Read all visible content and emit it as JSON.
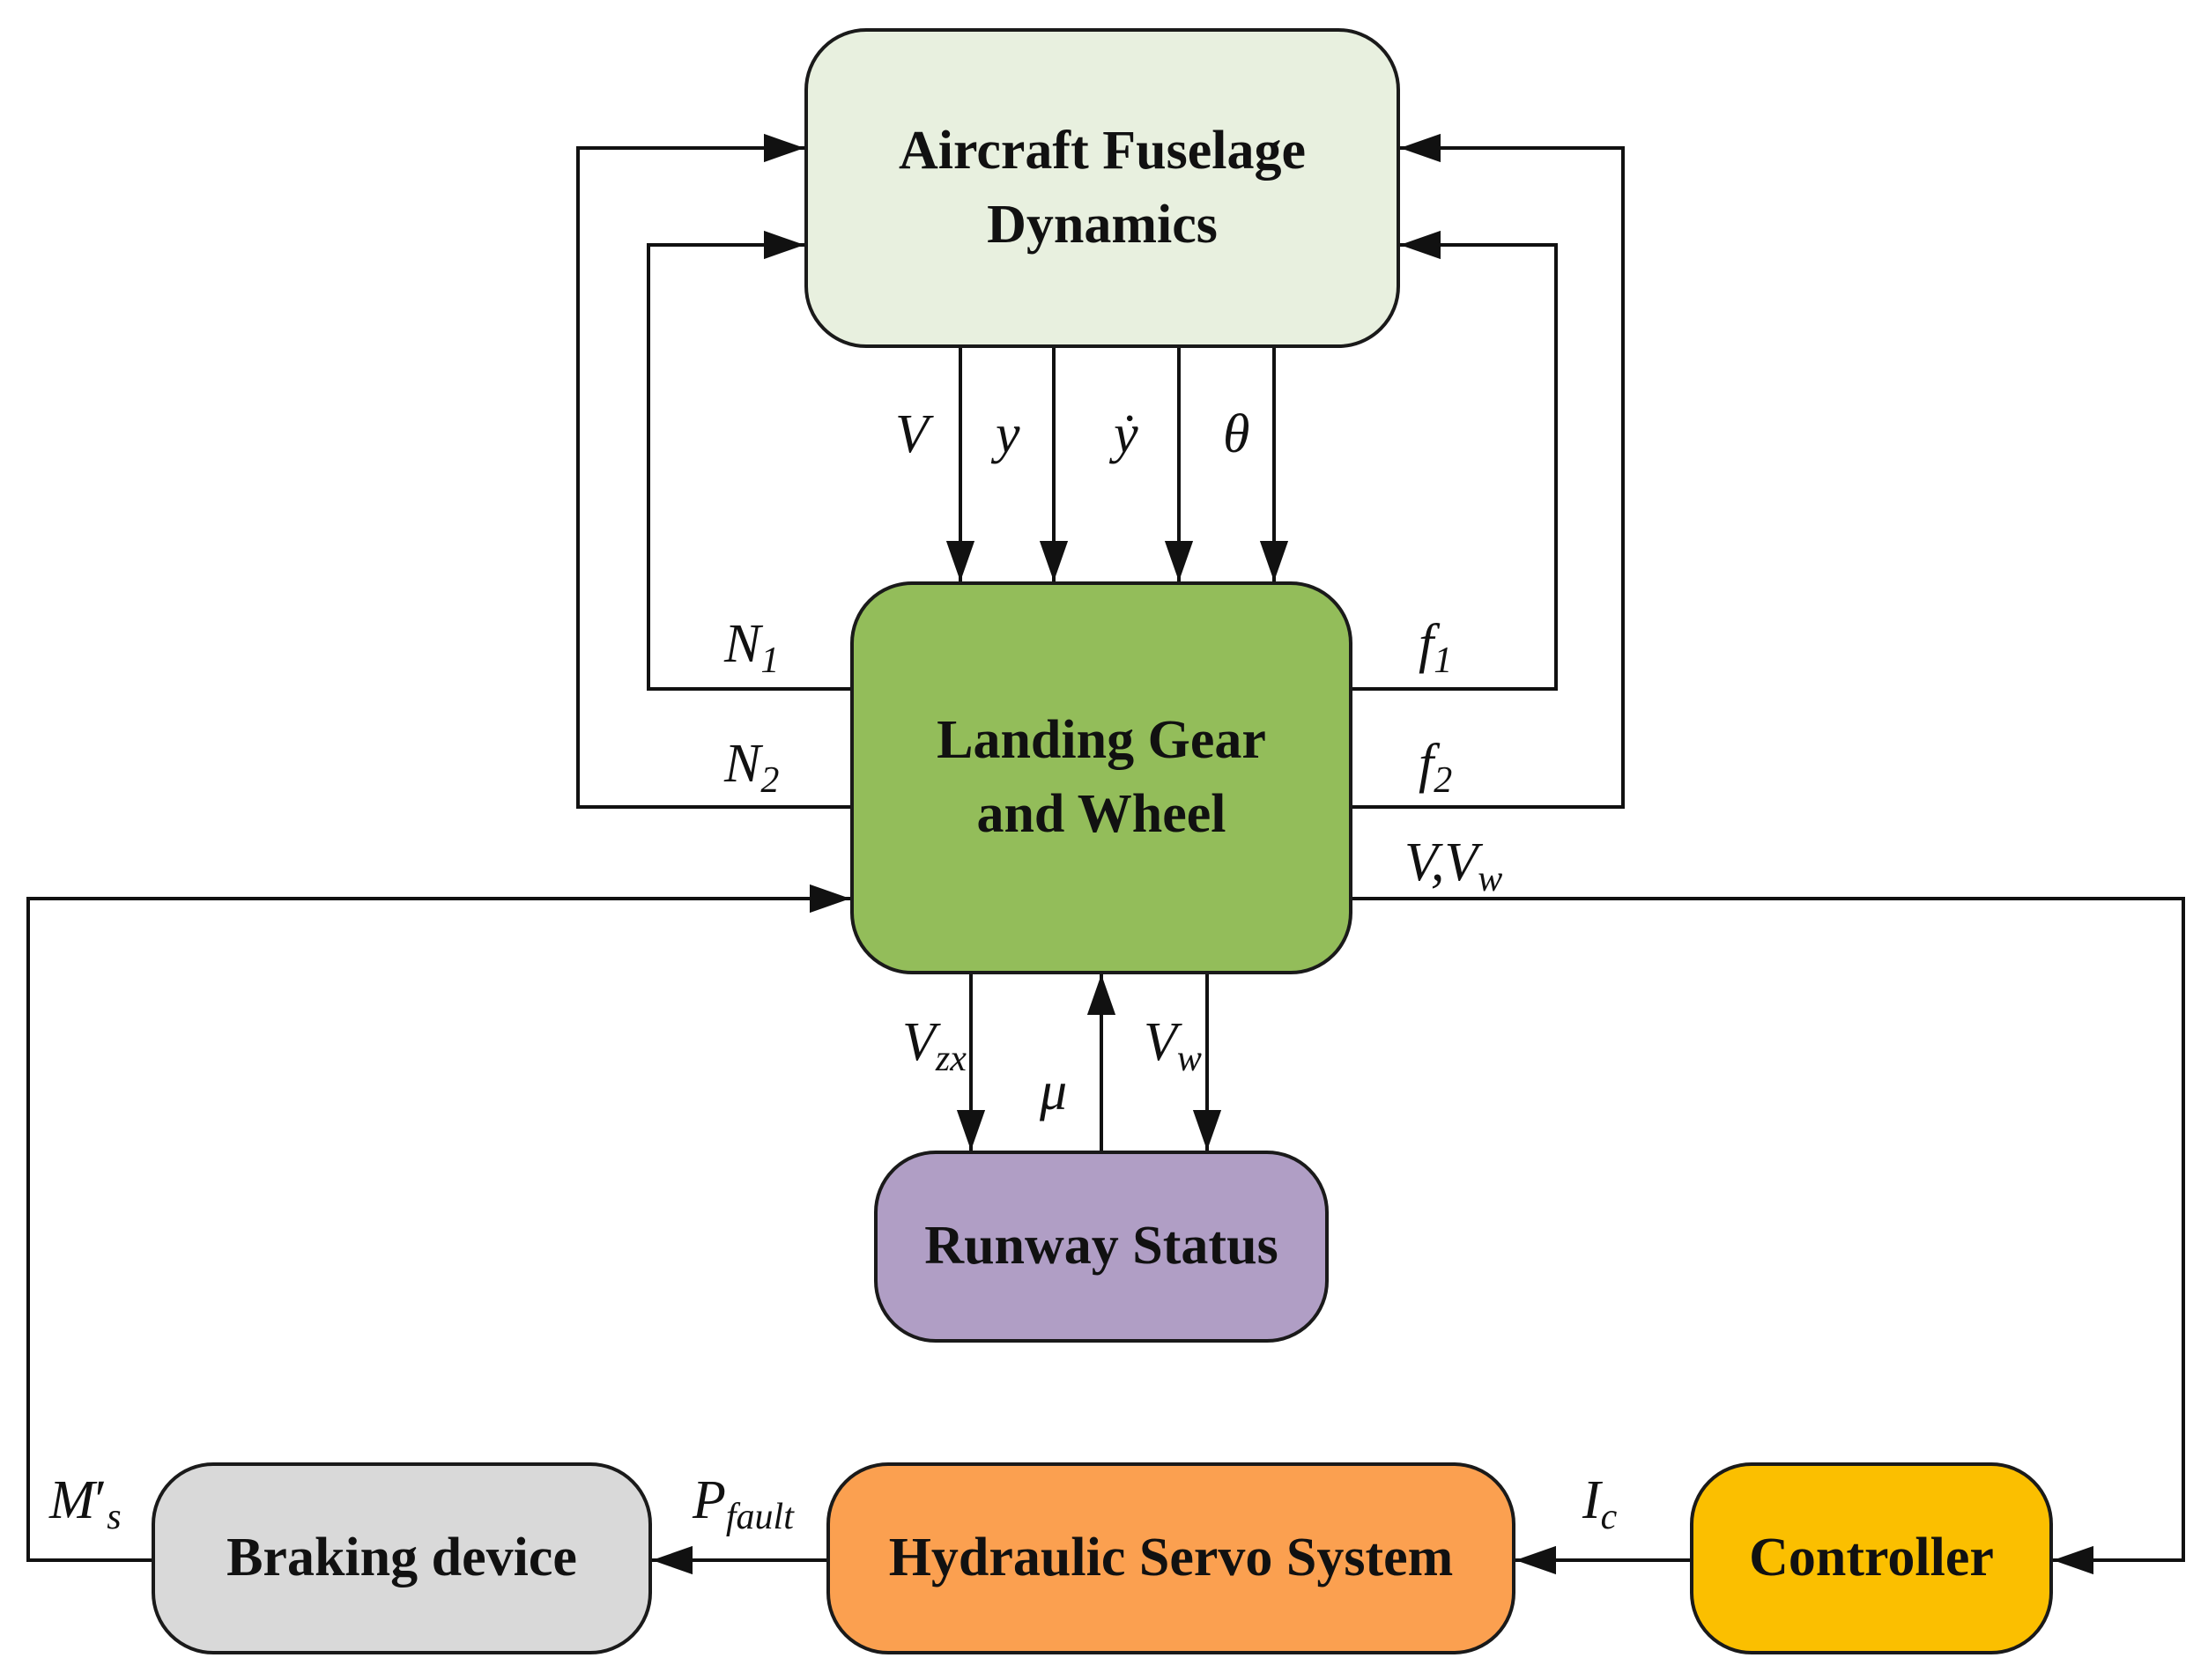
{
  "blocks": {
    "fuselage": {
      "line1": "Aircraft Fuselage",
      "line2": "Dynamics",
      "color": "#e8f0df"
    },
    "landing_gear": {
      "line1": "Landing Gear",
      "line2": "and Wheel",
      "color": "#93bd5a"
    },
    "runway": {
      "label": "Runway Status",
      "color": "#b09ec5"
    },
    "braking": {
      "label": "Braking device",
      "color": "#d9d9d9"
    },
    "hydraulic": {
      "label": "Hydraulic Servo System",
      "color": "#fba050"
    },
    "controller": {
      "label": "Controller",
      "color": "#fbbf00"
    }
  },
  "signals": {
    "V": "V",
    "y": "y",
    "y_dot": "ẏ",
    "theta": "θ",
    "N1": "N",
    "N1_sub": "1",
    "N2": "N",
    "N2_sub": "2",
    "f1": "f",
    "f1_sub": "1",
    "f2": "f",
    "f2_sub": "2",
    "V_Vw": "V,V",
    "V_Vw_sub": "w",
    "Vzx": "V",
    "Vzx_sub": "zx",
    "mu": "μ",
    "Vw": "V",
    "Vw_sub": "w",
    "Ms": "M",
    "Ms_prime": "′",
    "Ms_sub": "s",
    "Pfault": "P",
    "Pfault_sub": "fault",
    "Ic": "I",
    "Ic_sub": "c"
  }
}
